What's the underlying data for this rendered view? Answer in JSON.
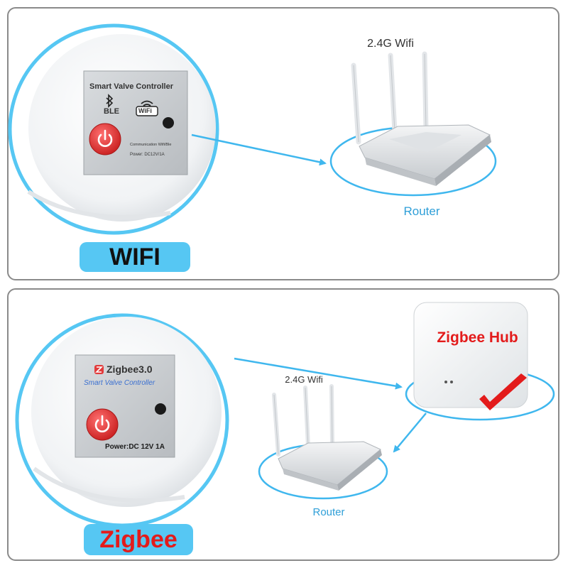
{
  "wifi_panel": {
    "device": {
      "title": "Smart Valve Controller",
      "ble_label": "BLE",
      "wifi_badge": "WiFi",
      "communication": "Communication Wifi/Ble",
      "power": "Power: DC12V/1A"
    },
    "wifi_label": "2.4G Wifi",
    "router_label": "Router",
    "tag": "WIFI"
  },
  "zigbee_panel": {
    "device": {
      "brand": "Zigbee3.0",
      "title": "Smart Valve Controller",
      "power": "Power:DC 12V 1A"
    },
    "hub_label": "Zigbee Hub",
    "wifi_label": "2.4G Wifi",
    "router_label": "Router",
    "tag": "Zigbee"
  },
  "colors": {
    "accent_blue": "#56c7f3",
    "arrow_blue": "#3fb7ee",
    "power_red": "#e23b3b",
    "hub_red": "#e31b1b",
    "router_label_blue": "#2f9fd8"
  }
}
